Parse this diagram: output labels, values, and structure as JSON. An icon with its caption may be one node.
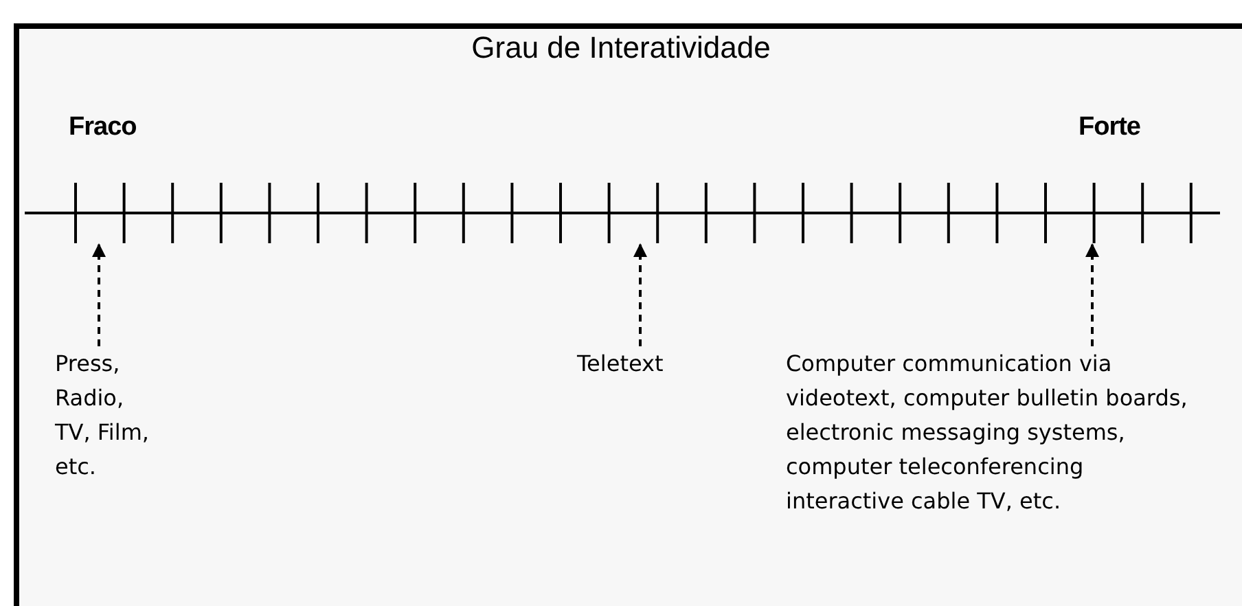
{
  "diagram": {
    "title": "Grau de Interatividade",
    "nodes": [
      {
        "text": [],
        "shape": "line"
      },
      {
        "text": [
          "Press, Radio, TV, Film, etc."
        ]
      },
      {
        "text": [
          "Teletext"
        ]
      },
      {
        "text": [
          "Computer communication via videotext, computer bulletin boards, electronic messaging systems, computer teleconferencing interactive cable TV, etc."
        ]
      }
    ],
    "edges": [
      {
        "from": 1,
        "to": 0,
        "arrow": "to",
        "style": "dashed"
      },
      {
        "from": 2,
        "to": 0,
        "arrow": "to",
        "style": "dashed"
      },
      {
        "from": 3,
        "to": 0,
        "arrow": "to",
        "style": "dashed"
      }
    ],
    "labels": [
      "Fraco",
      "Forte"
    ]
  }
}
